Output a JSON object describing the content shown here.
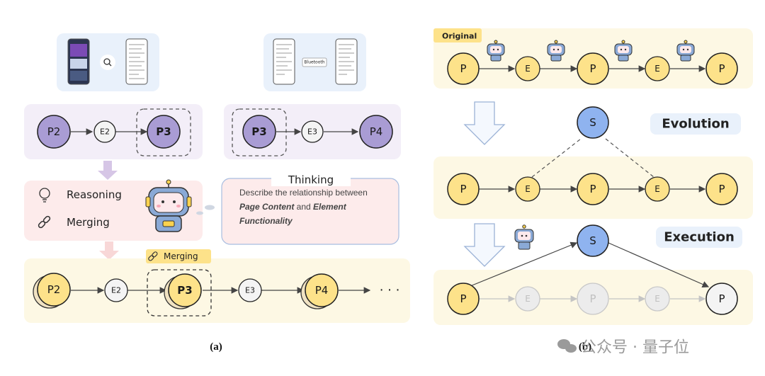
{
  "panel_a": {
    "caption": "(a)",
    "nodes": {
      "p2_top": "P2",
      "e2_top": "E2",
      "p3_top": "P3",
      "p3_right": "P3",
      "e3_right": "E3",
      "p4_right": "P4",
      "p2_bottom": "P2",
      "e2_bottom": "E2",
      "p3_bottom": "P3",
      "e3_bottom": "E3",
      "p4_bottom": "P4",
      "ellipsis": "· · ·"
    },
    "search_box_text": "Bluetooth",
    "left_box": {
      "reasoning": "Reasoning",
      "merging": "Merging"
    },
    "merging_tag": "Merging",
    "thinking": {
      "title": "Thinking",
      "line1": "Describe the relationship between",
      "page_content": "Page Content",
      "and": " and ",
      "element": "Element",
      "functionality": "Functionality"
    }
  },
  "panel_b": {
    "caption": "(b)",
    "original_tag": "Original",
    "evolution_label": "Evolution",
    "execution_label": "Execution",
    "nodes": {
      "p": "P",
      "e": "E",
      "s": "S"
    }
  },
  "watermark": "公众号 · 量子位",
  "colors": {
    "yellow_node": "#fde28a",
    "purple_node": "#a99cd4",
    "blue_node": "#8fb3ef",
    "lavender_bg": "#f3eef8",
    "blue_bg": "#e9f1fb",
    "pink_bg": "#fdebeb",
    "cream_bg": "#fdf8e4"
  }
}
